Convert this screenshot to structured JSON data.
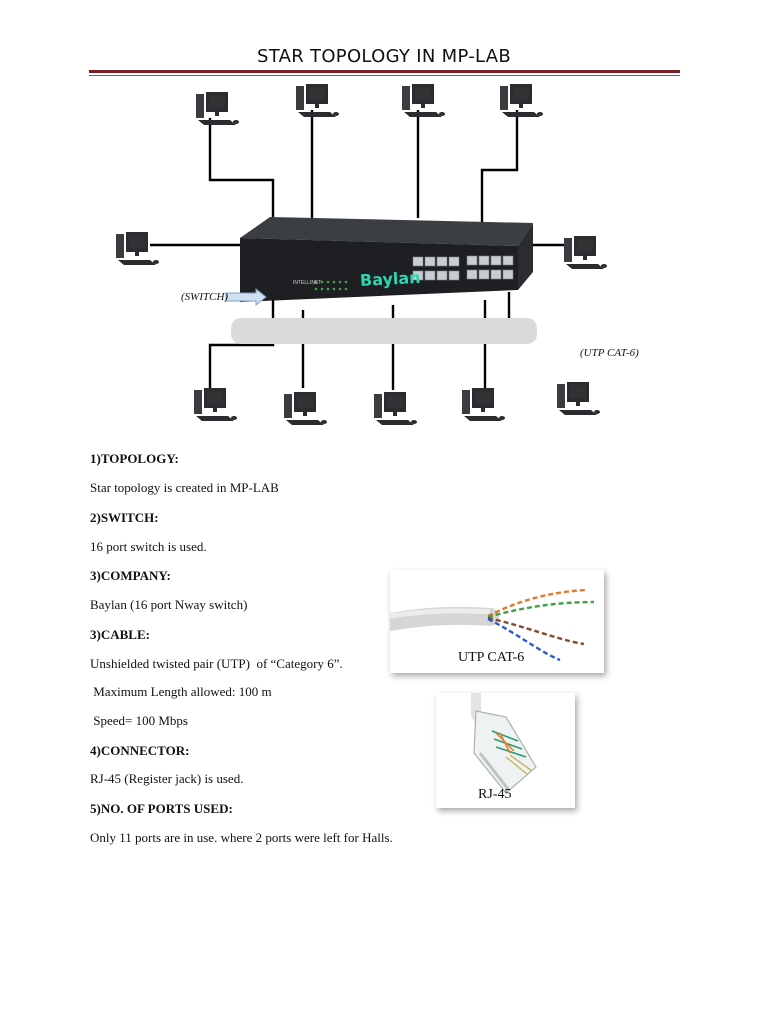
{
  "document": {
    "title": "STAR TOPOLOGY IN MP-LAB"
  },
  "diagram": {
    "switch_label": "(SWITCH)",
    "cable_label": "(UTP CAT-6)",
    "switch_brand": "Baylan",
    "switch_maker": "INTELLINET"
  },
  "sections": [
    {
      "heading": "1)TOPOLOGY:",
      "lines": [
        "Star topology is created in MP-LAB"
      ]
    },
    {
      "heading": "2)SWITCH:",
      "lines": [
        "16 port switch is used."
      ]
    },
    {
      "heading": "3)COMPANY:",
      "lines": [
        "Baylan (16 port Nway switch)"
      ]
    },
    {
      "heading": "3)CABLE:",
      "lines": [
        "Unshielded twisted pair (UTP)  of “Category 6”.",
        " Maximum Length allowed: 100 m",
        " Speed= 100 Mbps"
      ]
    },
    {
      "heading": "4)CONNECTOR:",
      "lines": [
        "RJ-45 (Register jack) is used."
      ]
    },
    {
      "heading": "5)NO. OF PORTS USED:",
      "lines": [
        "Only 11 ports are in use. where 2 ports were left for Halls."
      ]
    }
  ],
  "photos": {
    "cable_caption": "UTP CAT-6",
    "connector_caption": "RJ-45"
  },
  "colors": {
    "rule": "#7a1f22",
    "switch_body": "#1d1f22",
    "brand_text": "#2fd6b0",
    "wire_orange": "#e07b2a",
    "wire_green": "#3fa046",
    "wire_blue": "#2f5bd0",
    "wire_brown": "#8a4b2a"
  }
}
